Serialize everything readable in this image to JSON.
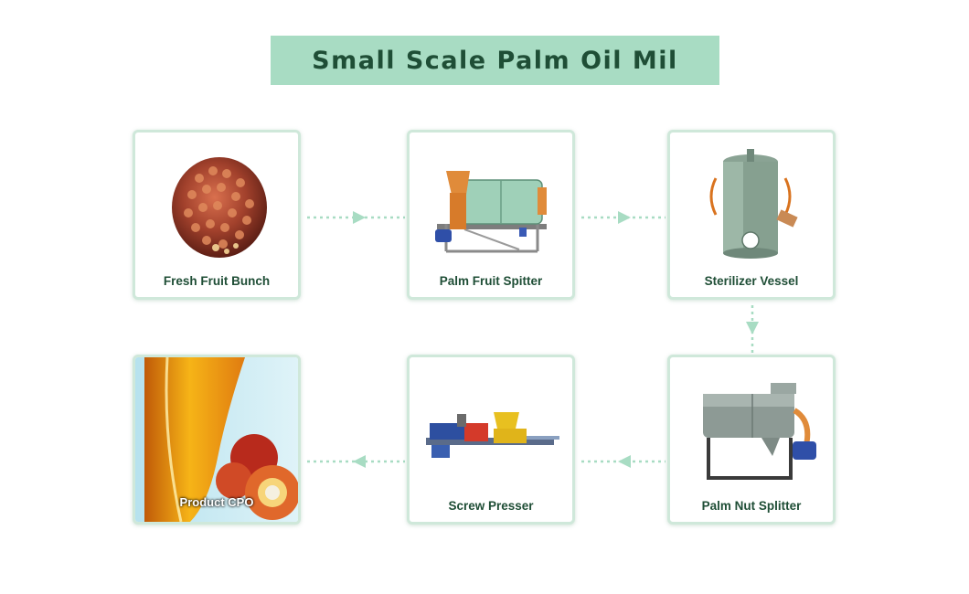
{
  "title": "Small Scale Palm Oil Mil",
  "steps": [
    {
      "label": "Fresh Fruit Bunch"
    },
    {
      "label": "Palm Fruit Spitter"
    },
    {
      "label": "Sterilizer Vessel"
    },
    {
      "label": "Palm Nut Splitter"
    },
    {
      "label": "Screw Presser"
    },
    {
      "label": "Product CPO"
    }
  ],
  "colors": {
    "title_bg": "#a8dcc3",
    "title_text": "#1f4e36",
    "card_border": "#cfe8da",
    "arrow": "#a8dcc3"
  }
}
